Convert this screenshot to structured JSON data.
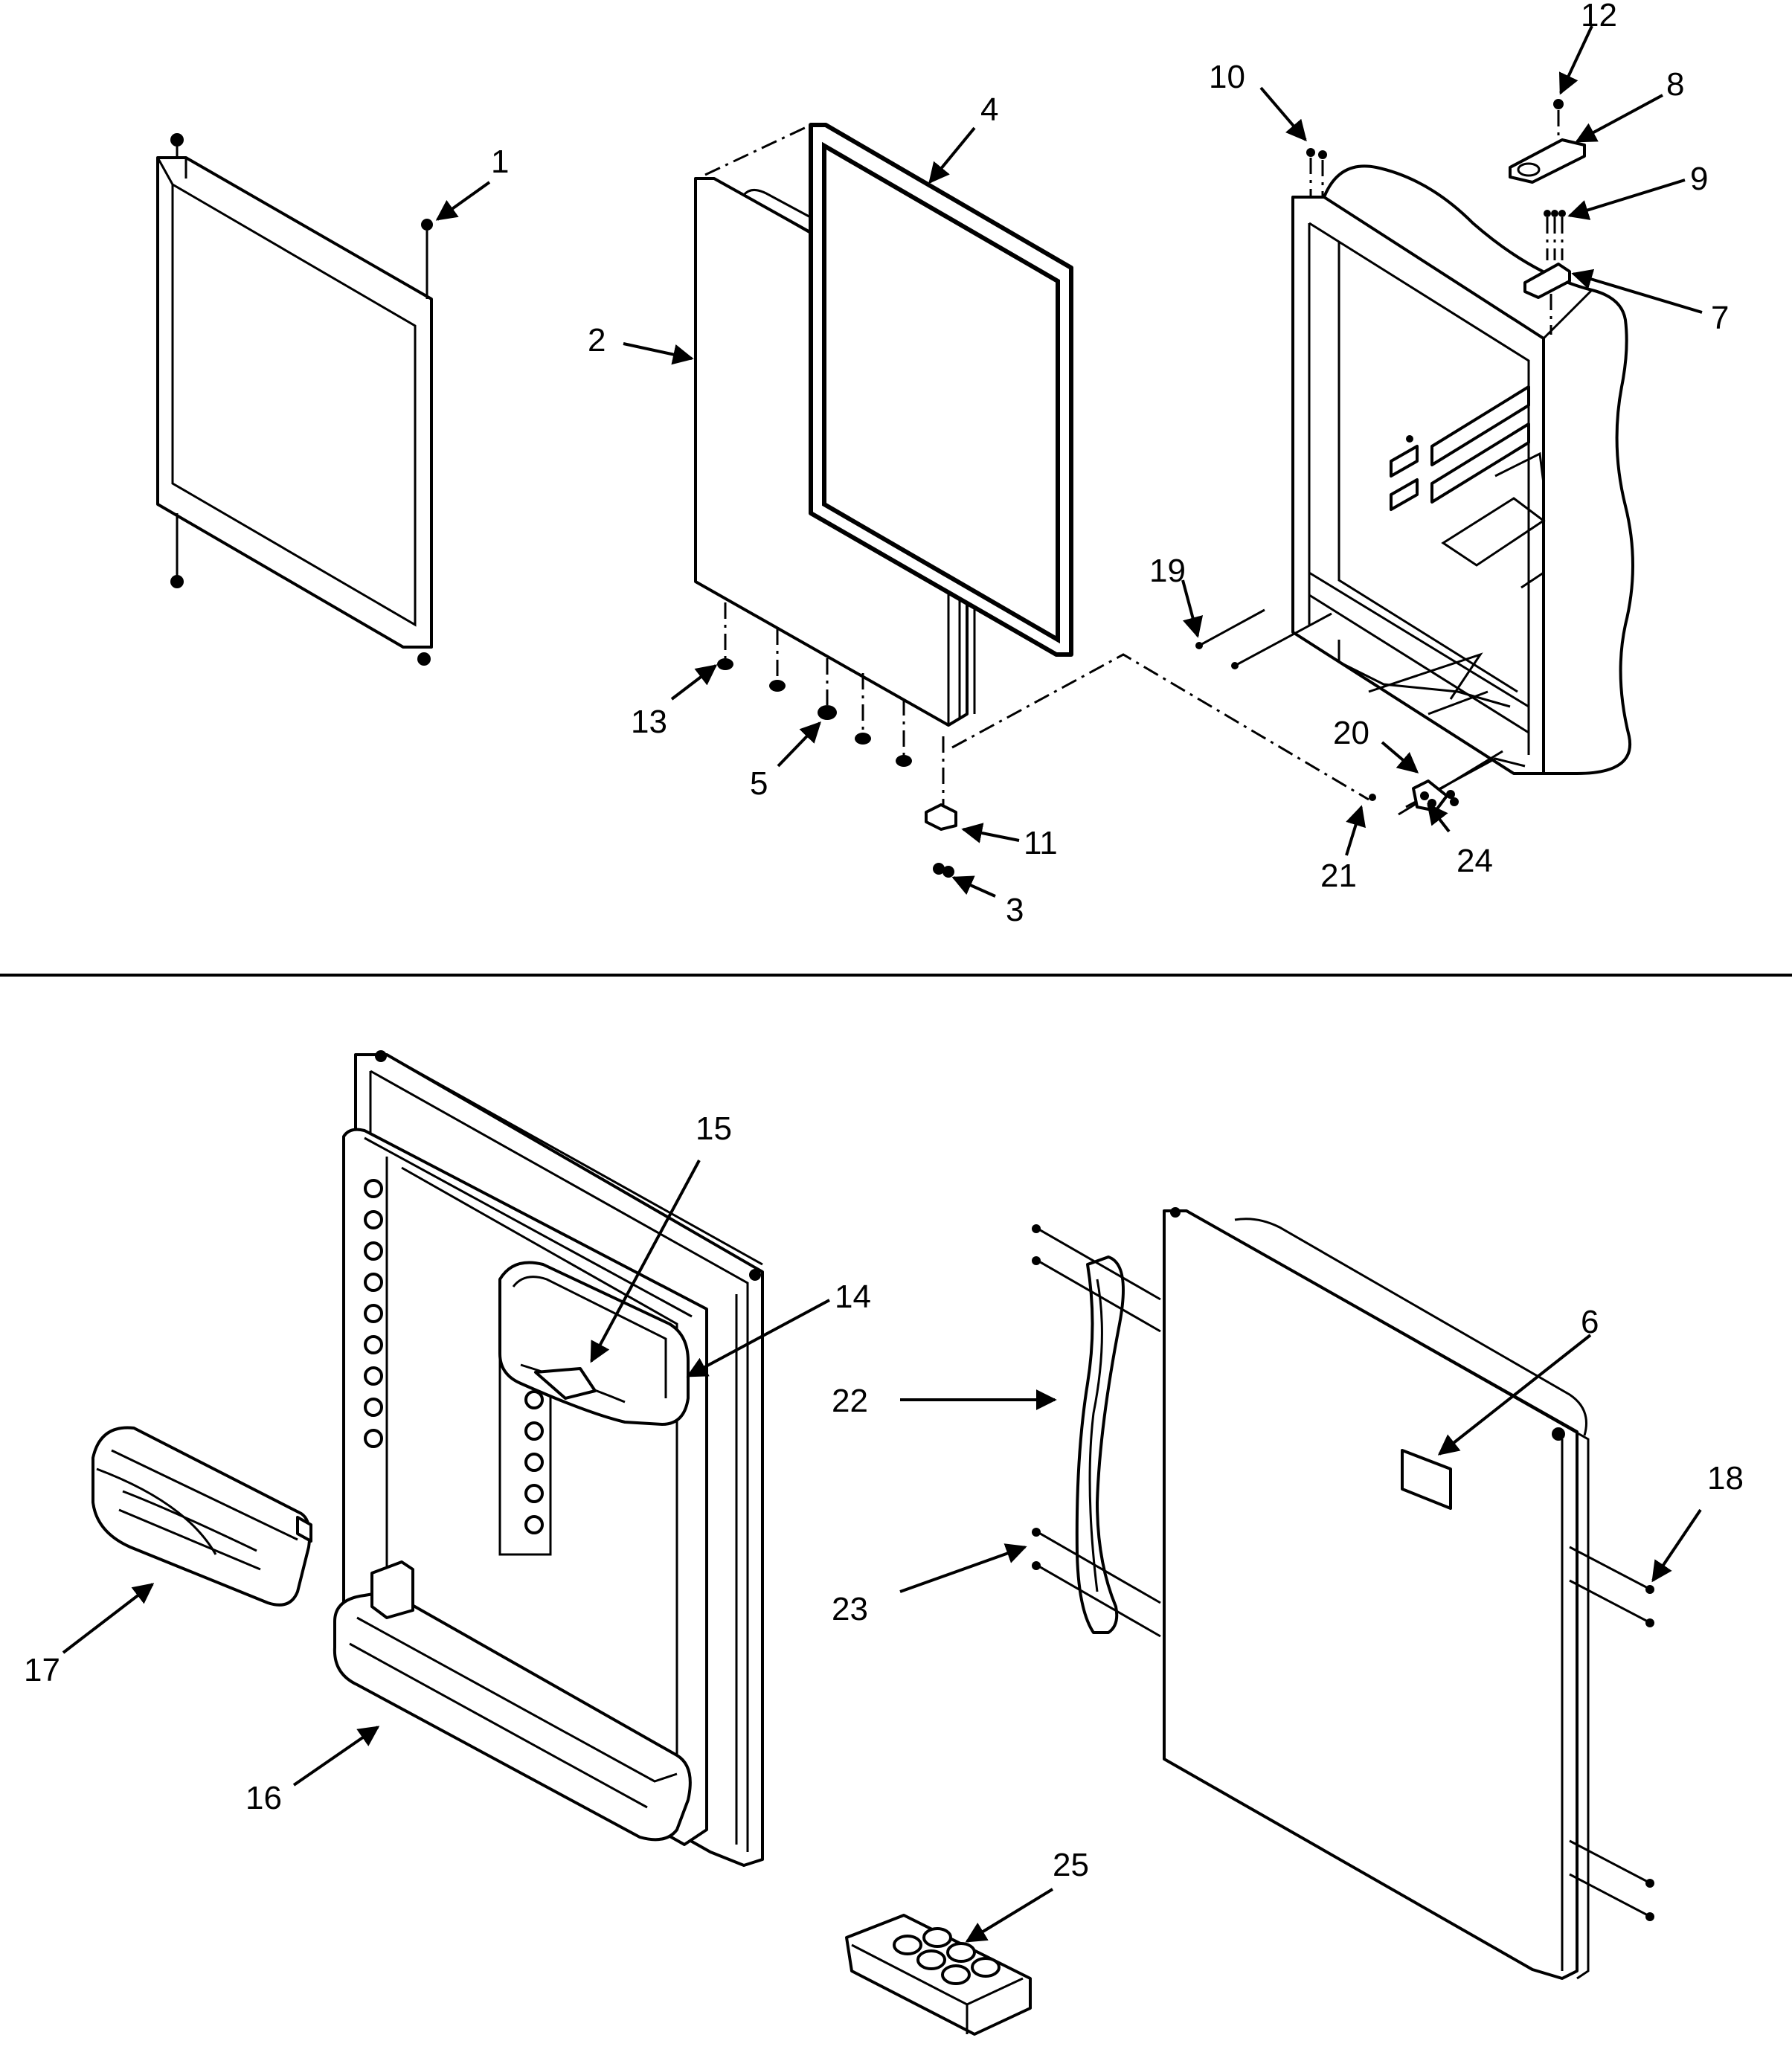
{
  "callouts": {
    "c1": "1",
    "c2": "2",
    "c3": "3",
    "c4": "4",
    "c5": "5",
    "c6": "6",
    "c7": "7",
    "c8": "8",
    "c9": "9",
    "c10": "10",
    "c11": "11",
    "c12": "12",
    "c13": "13",
    "c14": "14",
    "c15": "15",
    "c16": "16",
    "c17": "17",
    "c18": "18",
    "c19": "19",
    "c20": "20",
    "c21": "21",
    "c22": "22",
    "c23": "23",
    "c24": "24",
    "c25": "25"
  },
  "colors": {
    "ink": "#000000",
    "paper": "#ffffff"
  }
}
